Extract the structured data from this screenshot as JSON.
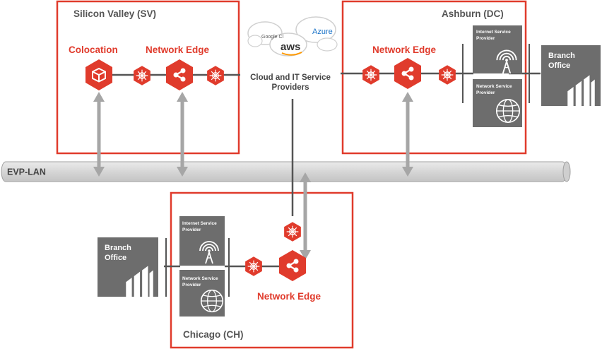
{
  "regions": {
    "sv": "Silicon Valley (SV)",
    "dc": "Ashburn (DC)",
    "ch": "Chicago (CH)"
  },
  "labels": {
    "colocation": "Colocation",
    "network_edge": "Network Edge",
    "cloud_line1": "Cloud and IT Service",
    "cloud_line2": "Providers",
    "evp_lan": "EVP-LAN",
    "branch_line1": "Branch",
    "branch_line2": "Office",
    "isp_line1": "Internet Service",
    "isp_line2": "Provider",
    "nsp_line1": "Network Service",
    "nsp_line2": "Provider"
  },
  "cloud_logos": {
    "google": "Google Cl",
    "azure": "Azure",
    "aws": "aws"
  },
  "colors": {
    "accent": "#e03b2c",
    "panel": "#6d6d6d",
    "bus": "#d9d9d9",
    "arrow": "#a6a6a6"
  },
  "icons": [
    "box-icon",
    "share-icon",
    "network-node-icon",
    "signal-tower-icon",
    "globe-icon",
    "building-icon",
    "cloud-icon"
  ]
}
